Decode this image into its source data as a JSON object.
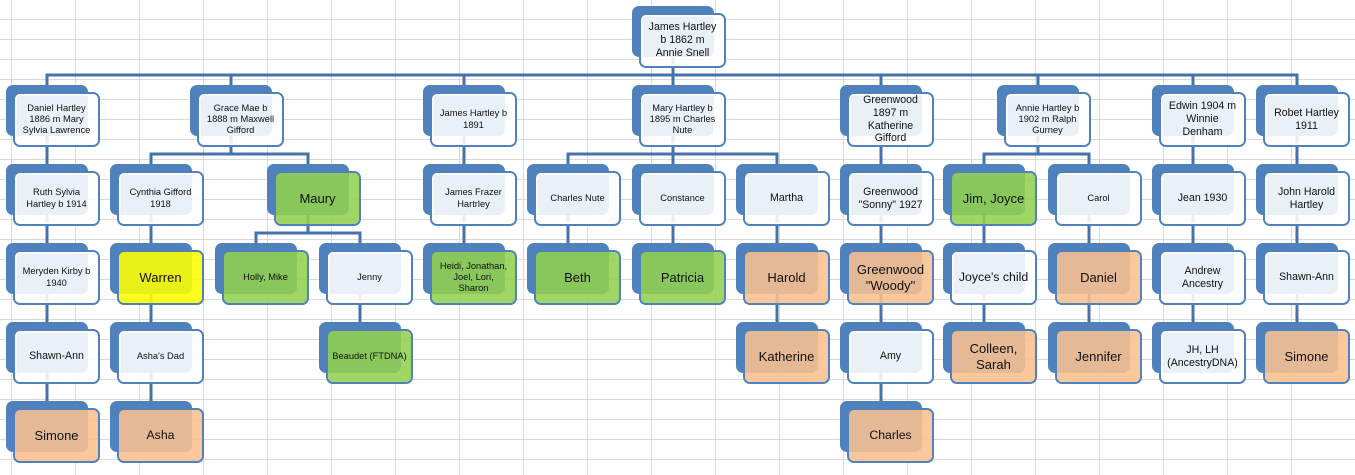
{
  "colors": {
    "node_border": "#4f81bd",
    "connector": "#4672aa",
    "node_default": "#ffffff",
    "highlight_green": "#92d050",
    "highlight_orange": "#fac090",
    "highlight_yellow": "#ffff00"
  },
  "tree": {
    "nodes": {
      "root": {
        "label": "James Hartley b 1862 m Annie Snell",
        "highlight": "none",
        "parent": null
      },
      "g1_daniel": {
        "label": "Daniel Hartley 1886 m Mary Sylvia Lawrence",
        "highlight": "none",
        "parent": "root"
      },
      "g1_grace": {
        "label": "Grace Mae b 1888 m Maxwell Gifford",
        "highlight": "none",
        "parent": "root"
      },
      "g1_james": {
        "label": "James Hartley b 1891",
        "highlight": "none",
        "parent": "root"
      },
      "g1_mary": {
        "label": "Mary Hartley b 1895 m Charles Nute",
        "highlight": "none",
        "parent": "root"
      },
      "g1_greenwood": {
        "label": "Greenwood 1897 m Katherine Gifford",
        "highlight": "none",
        "parent": "root"
      },
      "g1_annie": {
        "label": "Annie  Hartley b 1902 m Ralph Gurney",
        "highlight": "none",
        "parent": "root"
      },
      "g1_edwin": {
        "label": "Edwin 1904 m Winnie Denham",
        "highlight": "none",
        "parent": "root"
      },
      "g1_robet": {
        "label": "Robet Hartley 1911",
        "highlight": "none",
        "parent": "root"
      },
      "g2_ruth": {
        "label": "Ruth Sylvia Hartley b 1914",
        "highlight": "none",
        "parent": "g1_daniel"
      },
      "g2_cynthia": {
        "label": "Cynthia Gifford 1918",
        "highlight": "none",
        "parent": "g1_grace"
      },
      "g2_maury": {
        "label": "Maury",
        "highlight": "green",
        "parent": "g1_grace"
      },
      "g2_james_frazer": {
        "label": "James Frazer Hartrley",
        "highlight": "none",
        "parent": "g1_james"
      },
      "g2_charles_nute": {
        "label": "Charles Nute",
        "highlight": "none",
        "parent": "g1_mary"
      },
      "g2_constance": {
        "label": "Constance",
        "highlight": "none",
        "parent": "g1_mary"
      },
      "g2_martha": {
        "label": "Martha",
        "highlight": "none",
        "parent": "g1_mary"
      },
      "g2_greenwood_sonny": {
        "label": "Greenwood \"Sonny\" 1927",
        "highlight": "none",
        "parent": "g1_greenwood"
      },
      "g2_jim_joyce": {
        "label": "Jim, Joyce",
        "highlight": "green",
        "parent": "g1_annie"
      },
      "g2_carol": {
        "label": "Carol",
        "highlight": "none",
        "parent": "g1_annie"
      },
      "g2_jean": {
        "label": "Jean 1930",
        "highlight": "none",
        "parent": "g1_edwin"
      },
      "g2_john_harold": {
        "label": "John Harold Hartley",
        "highlight": "none",
        "parent": "g1_robet"
      },
      "g3_meryden": {
        "label": "Meryden Kirby b 1940",
        "highlight": "none",
        "parent": "g2_ruth"
      },
      "g3_warren": {
        "label": "Warren",
        "highlight": "yellow",
        "parent": "g2_cynthia"
      },
      "g3_holly_mike": {
        "label": "Holly, Mike",
        "highlight": "green",
        "parent": "g2_maury"
      },
      "g3_jenny": {
        "label": "Jenny",
        "highlight": "none",
        "parent": "g2_maury"
      },
      "g3_heidi": {
        "label": "Heidi, Jonathan, Joel, Lori, Sharon",
        "highlight": "green",
        "parent": "g2_james_frazer"
      },
      "g3_beth": {
        "label": "Beth",
        "highlight": "green",
        "parent": "g2_charles_nute"
      },
      "g3_patricia": {
        "label": "Patricia",
        "highlight": "green",
        "parent": "g2_constance"
      },
      "g3_harold": {
        "label": "Harold",
        "highlight": "orange",
        "parent": "g2_martha"
      },
      "g3_greenwood_woody": {
        "label": "Greenwood \"Woody\"",
        "highlight": "orange",
        "parent": "g2_greenwood_sonny"
      },
      "g3_joyces_child": {
        "label": "Joyce's child",
        "highlight": "none",
        "parent": "g2_jim_joyce"
      },
      "g3_daniel": {
        "label": "Daniel",
        "highlight": "orange",
        "parent": "g2_carol"
      },
      "g3_andrew": {
        "label": "Andrew Ancestry",
        "highlight": "none",
        "parent": "g2_jean"
      },
      "g3_shawn_ann": {
        "label": "Shawn-Ann",
        "highlight": "none",
        "parent": "g2_john_harold"
      },
      "g4_shawn_ann": {
        "label": "Shawn-Ann",
        "highlight": "none",
        "parent": "g3_meryden"
      },
      "g4_ashas_dad": {
        "label": "Asha's Dad",
        "highlight": "none",
        "parent": "g3_warren"
      },
      "g4_beaudet": {
        "label": "Beaudet (FTDNA)",
        "highlight": "green",
        "parent": "g3_jenny"
      },
      "g4_katherine": {
        "label": "Katherine",
        "highlight": "orange",
        "parent": "g3_harold"
      },
      "g4_amy": {
        "label": "Amy",
        "highlight": "none",
        "parent": "g3_greenwood_woody"
      },
      "g4_colleen_sarah": {
        "label": "Colleen, Sarah",
        "highlight": "orange",
        "parent": "g3_joyces_child"
      },
      "g4_jennifer": {
        "label": "Jennifer",
        "highlight": "orange",
        "parent": "g3_daniel"
      },
      "g4_jh_lh": {
        "label": "JH, LH (AncestryDNA)",
        "highlight": "none",
        "parent": "g3_andrew"
      },
      "g4_simone": {
        "label": "Simone",
        "highlight": "orange",
        "parent": "g3_shawn_ann"
      },
      "g5_simone": {
        "label": "Simone",
        "highlight": "orange",
        "parent": "g4_shawn_ann"
      },
      "g5_asha": {
        "label": "Asha",
        "highlight": "orange",
        "parent": "g4_ashas_dad"
      },
      "g5_charles": {
        "label": "Charles",
        "highlight": "orange",
        "parent": "g4_amy"
      }
    }
  }
}
